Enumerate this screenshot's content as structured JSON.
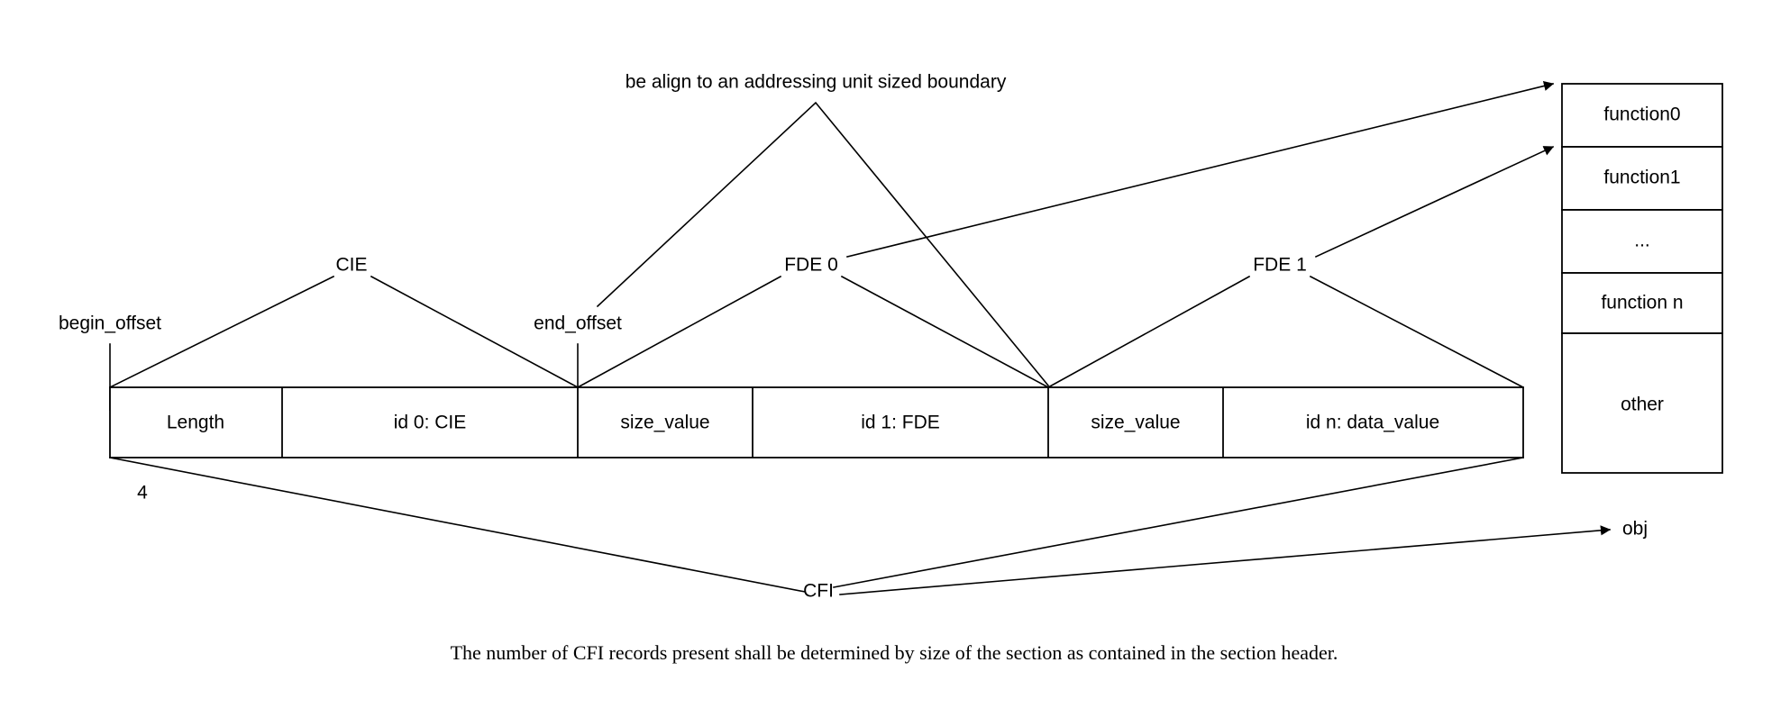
{
  "diagram": {
    "title_note": "be align to an addressing unit sized boundary",
    "caption": "The number of CFI records present shall be determined by size of the section as contained in the section header.",
    "offsets": {
      "begin": "begin_offset",
      "end": "end_offset"
    },
    "record_labels": {
      "cie": "CIE",
      "fde0": "FDE 0",
      "fde1": "FDE 1"
    },
    "length_size": "4",
    "section_label": "CFI",
    "object_label": "obj",
    "bar_cells": [
      {
        "label": "Length"
      },
      {
        "label": "id 0: CIE"
      },
      {
        "label": "size_value"
      },
      {
        "label": "id 1: FDE"
      },
      {
        "label": "size_value"
      },
      {
        "label": "id n: data_value"
      }
    ],
    "object_table_rows": [
      {
        "label": "function0"
      },
      {
        "label": "function1"
      },
      {
        "label": "..."
      },
      {
        "label": "function n"
      },
      {
        "label": "other"
      }
    ],
    "colors": {
      "stroke": "#000000",
      "background": "#ffffff",
      "text": "#000000"
    }
  }
}
